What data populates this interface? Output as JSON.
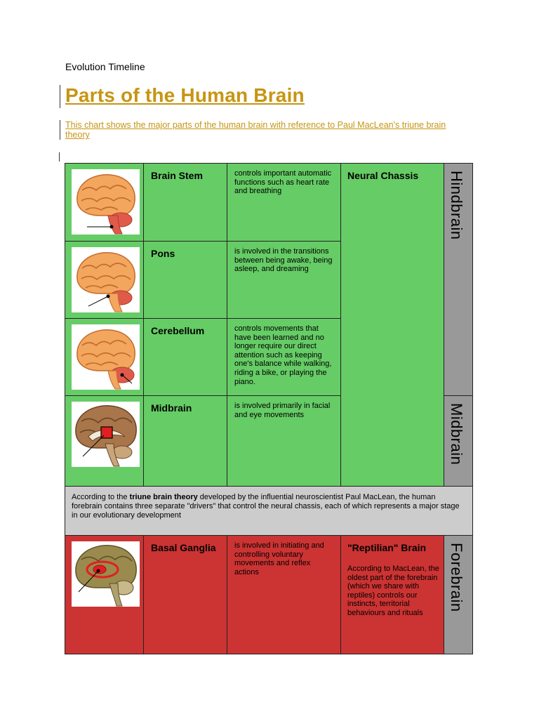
{
  "header": {
    "label": "Evolution Timeline"
  },
  "title": "Parts of the Human Brain",
  "subtitle": "This chart shows the major parts of the human brain with reference to Paul MacLean's triune  brain theory",
  "rows": [
    {
      "name": "Brain Stem",
      "desc": "controls important automatic functions such as heart rate and breathing",
      "image": "brain-stem-illustration"
    },
    {
      "name": "Pons",
      "desc": "is involved in the transitions between being awake, being asleep, and dreaming",
      "image": "pons-illustration"
    },
    {
      "name": "Cerebellum",
      "desc": "controls movements that have been learned and no longer require our direct attention such as keeping one's balance while walking, riding a bike, or playing the piano.",
      "image": "cerebellum-illustration"
    },
    {
      "name": "Midbrain",
      "desc": "is involved primarily in facial and eye movements",
      "image": "midbrain-illustration"
    }
  ],
  "neural_chassis": "Neural Chassis",
  "regions": {
    "hindbrain": "Hindbrain",
    "midbrain": "Midbrain",
    "forebrain": "Forebrain"
  },
  "note": {
    "prefix": "According to the ",
    "bold": "triune brain theory",
    "suffix": " developed by the influential neuroscientist Paul MacLean, the human forebrain contains three separate \"drivers\" that control the neural chassis, each of which represents a major stage in our evolutionary development"
  },
  "basal": {
    "name": "Basal Ganglia",
    "desc": "is involved in initiating and controlling voluntary movements and reflex actions",
    "image": "basal-ganglia-illustration"
  },
  "reptilian": {
    "title": "\"Reptilian\" Brain",
    "desc": "According to MacLean, the oldest part of the forebrain (which we share with reptiles) controls our instincts, territorial behaviours and rituals"
  },
  "colors": {
    "green": "#66cc66",
    "red": "#cc3333",
    "grey": "#999999",
    "light_grey": "#cccccc",
    "gold": "#c79514"
  }
}
